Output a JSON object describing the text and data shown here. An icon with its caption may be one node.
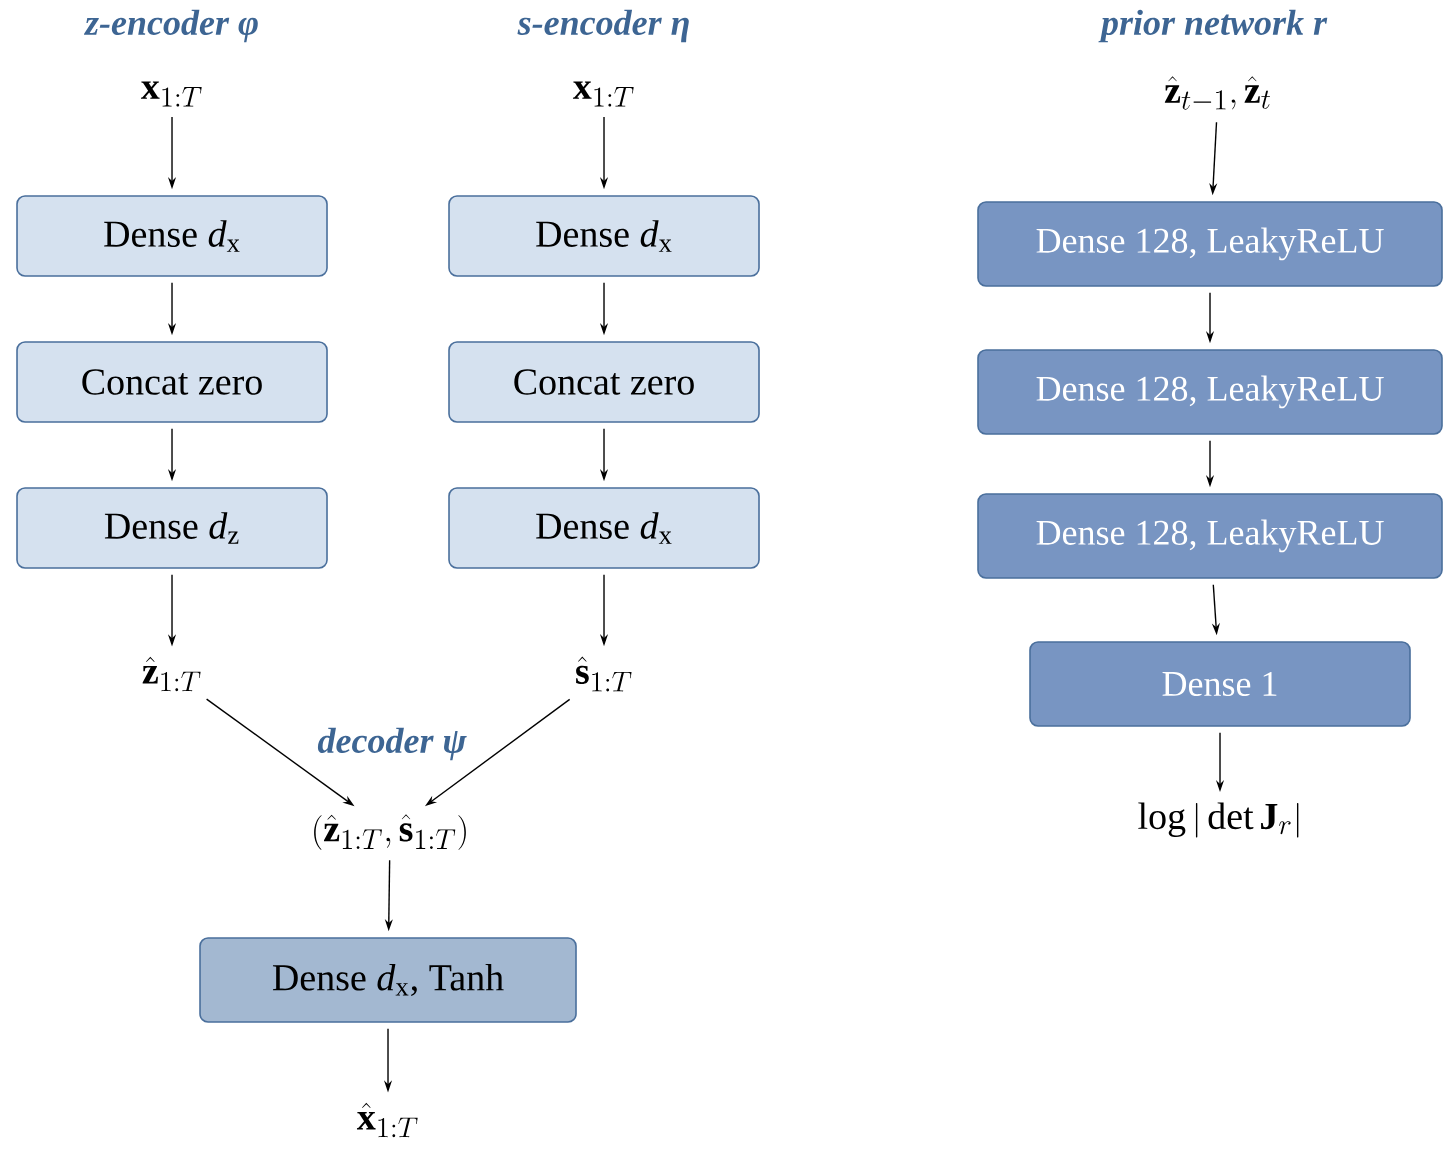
{
  "diagram": {
    "nodes": [
      {
        "text": [
          "\\mathbf{x}_{1:T}"
        ]
      },
      {
        "text": [
          "Dense *d*$_{x}$"
        ]
      },
      {
        "text": [
          "Concat zero"
        ]
      },
      {
        "text": [
          "Dense *d*$_{z}$"
        ]
      },
      {
        "text": [
          "\\hat{\\mathbf{z}}_{1:T}"
        ]
      },
      {
        "text": [
          "\\mathbf{x}_{1:T}"
        ]
      },
      {
        "text": [
          "Dense *d*$_{x}$"
        ]
      },
      {
        "text": [
          "Concat zero"
        ]
      },
      {
        "text": [
          "Dense *d*$_{x}$"
        ]
      },
      {
        "text": [
          "\\hat{\\mathbf{s}}_{1:T}"
        ]
      },
      {
        "text": [
          "(\\hat{\\mathbf{z}}_{1:T},\\hat{\\mathbf{s}}_{1:T})"
        ]
      },
      {
        "text": [
          "Dense *d*$_{x}$, Tanh"
        ]
      },
      {
        "text": [
          "\\hat{\\mathbf{x}}_{1:T}"
        ]
      },
      {
        "text": [
          "\\hat{\\mathbf{z}}_{t-1},\\hat{\\mathbf{z}}_{t}"
        ]
      },
      {
        "text": [
          "Dense 128, LeakyReLU"
        ]
      },
      {
        "text": [
          "Dense 128, LeakyReLU"
        ]
      },
      {
        "text": [
          "Dense 128, LeakyReLU"
        ]
      },
      {
        "text": [
          "Dense 1"
        ]
      },
      {
        "text": [
          "\\log|\\det\\mathbf{J}_{r}|"
        ]
      }
    ],
    "edges": [
      {
        "from": 0,
        "to": 1,
        "arrow": "to"
      },
      {
        "from": 1,
        "to": 2,
        "arrow": "to"
      },
      {
        "from": 2,
        "to": 3,
        "arrow": "to"
      },
      {
        "from": 3,
        "to": 4,
        "arrow": "to"
      },
      {
        "from": 5,
        "to": 6,
        "arrow": "to"
      },
      {
        "from": 6,
        "to": 7,
        "arrow": "to"
      },
      {
        "from": 7,
        "to": 8,
        "arrow": "to"
      },
      {
        "from": 8,
        "to": 9,
        "arrow": "to"
      },
      {
        "from": 4,
        "to": 10,
        "arrow": "to"
      },
      {
        "from": 9,
        "to": 10,
        "arrow": "to"
      },
      {
        "from": 10,
        "to": 11,
        "arrow": "to"
      },
      {
        "from": 11,
        "to": 12,
        "arrow": "to"
      },
      {
        "from": 13,
        "to": 14,
        "arrow": "to"
      },
      {
        "from": 14,
        "to": 15,
        "arrow": "to"
      },
      {
        "from": 15,
        "to": 16,
        "arrow": "to"
      },
      {
        "from": 16,
        "to": 17,
        "arrow": "to"
      },
      {
        "from": 17,
        "to": 18,
        "arrow": "to"
      }
    ],
    "labels": [
      "z-encoder φ",
      "s-encoder η",
      "prior network r",
      "decoder ψ"
    ]
  }
}
